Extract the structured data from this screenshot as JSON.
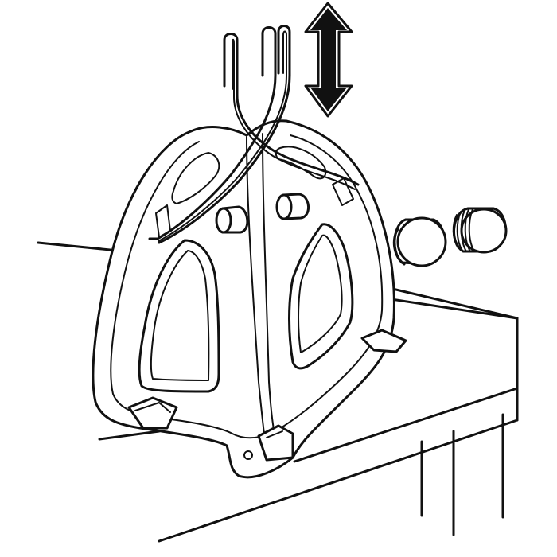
{
  "diagram": {
    "description_icons": [
      "table",
      "sharpener-stand",
      "rod-wires",
      "up-down-arrow-icon",
      "rubber-foot",
      "rubber-foot-ridged"
    ],
    "colors": {
      "line": "#111111",
      "background": "#ffffff"
    }
  }
}
